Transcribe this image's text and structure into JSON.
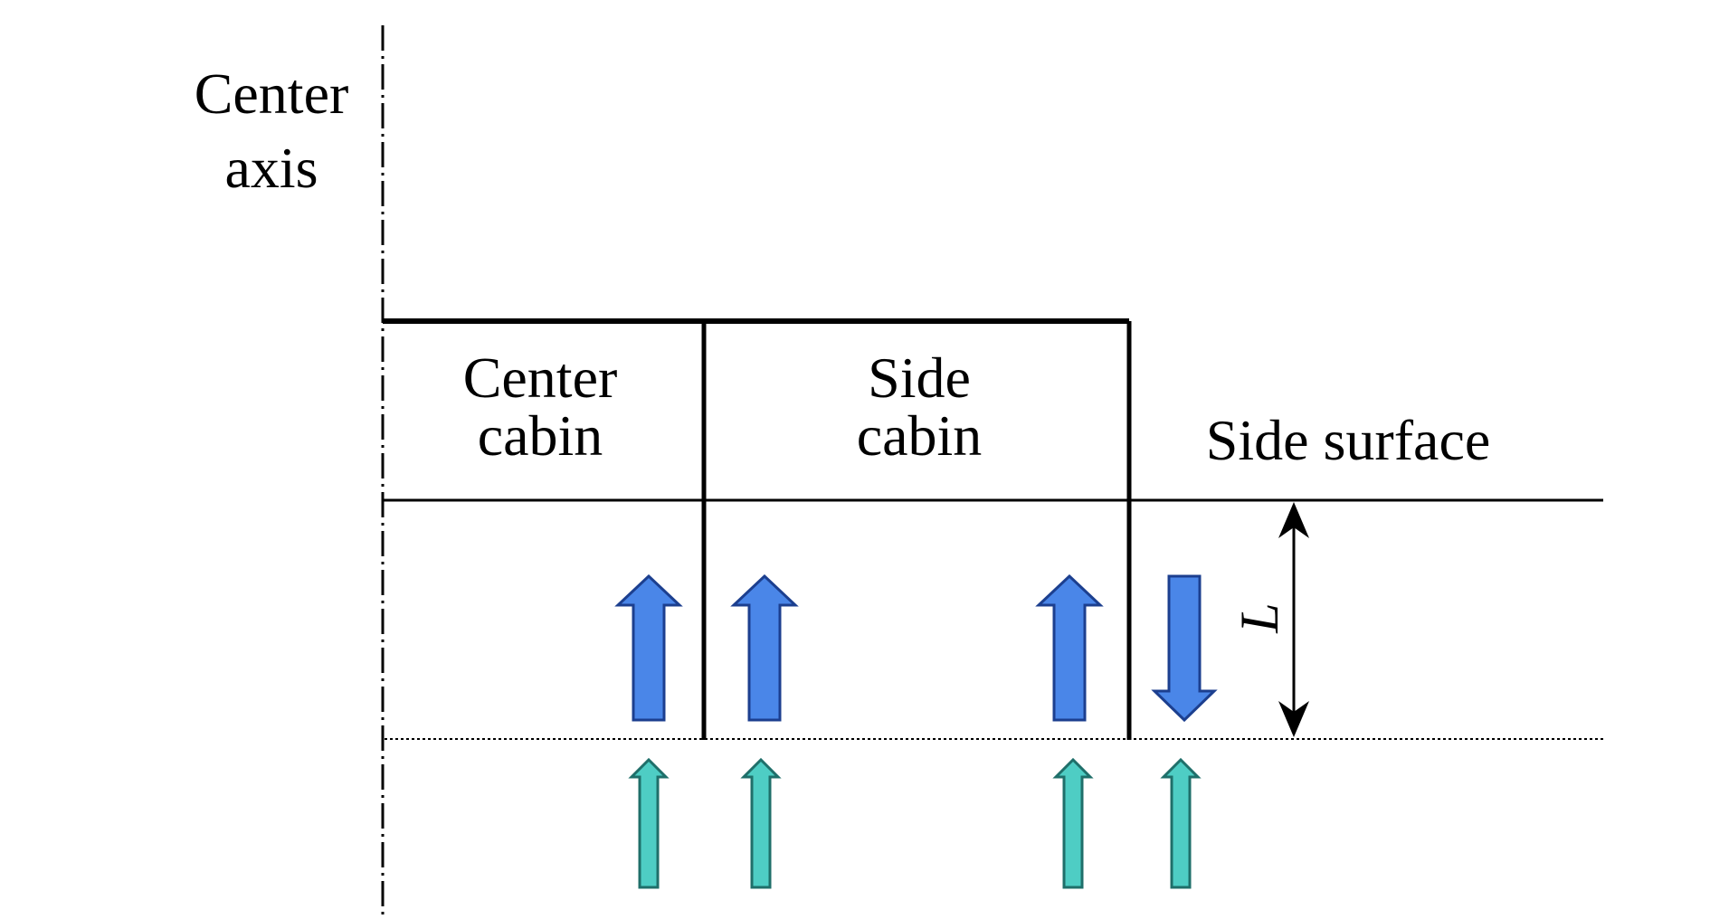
{
  "labels": {
    "center_axis_line1": "Center",
    "center_axis_line2": "axis",
    "center_cabin_line1": "Center",
    "center_cabin_line2": "cabin",
    "side_cabin_line1": "Side",
    "side_cabin_line2": "cabin",
    "side_surface": "Side surface",
    "dimension": "L"
  },
  "colors": {
    "line": "#000000",
    "flow_arrow_fill": "#4a86e8",
    "flow_arrow_stroke": "#1c3f8f",
    "inflow_arrow_fill": "#4ecdc4",
    "inflow_arrow_stroke": "#1f6f6a"
  },
  "flow_arrows": [
    {
      "id": "center-cabin-upflow",
      "direction": "up"
    },
    {
      "id": "side-cabin-left-upflow",
      "direction": "up"
    },
    {
      "id": "side-cabin-right-upflow",
      "direction": "up"
    },
    {
      "id": "side-surface-downflow",
      "direction": "down"
    }
  ],
  "inflow_arrows": [
    {
      "id": "inflow-1",
      "direction": "up"
    },
    {
      "id": "inflow-2",
      "direction": "up"
    },
    {
      "id": "inflow-3",
      "direction": "up"
    },
    {
      "id": "inflow-4",
      "direction": "up"
    }
  ]
}
